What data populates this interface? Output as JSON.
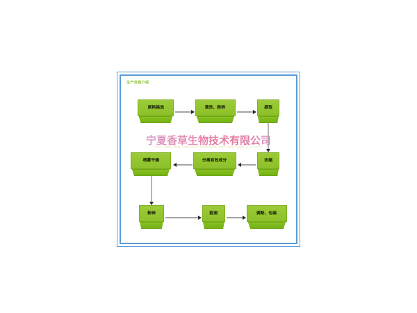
{
  "page": {
    "background_color": "#ffffff",
    "frame_border_color": "#5b9bd5"
  },
  "diagram": {
    "caption": "生产流程介绍",
    "watermark": "宁夏香草生物技术有限公司",
    "box_color": "#93c52f",
    "box_base_color": "#7cb51a",
    "arrow_color": "#2b2b2b",
    "nodes": [
      {
        "id": "raw-material-selection",
        "label": "原料挑选",
        "row": 1
      },
      {
        "id": "washing-crushing",
        "label": "清洗、粉碎",
        "row": 1
      },
      {
        "id": "extraction",
        "label": "提取",
        "row": 1
      },
      {
        "id": "spray-drying",
        "label": "喷雾干燥",
        "row": 2
      },
      {
        "id": "separate-actives",
        "label": "分离有效成分",
        "row": 2
      },
      {
        "id": "concentration",
        "label": "浓缩",
        "row": 2
      },
      {
        "id": "pulverizing",
        "label": "粉碎",
        "row": 3
      },
      {
        "id": "testing",
        "label": "检测",
        "row": 3
      },
      {
        "id": "blending-packaging",
        "label": "调配、包装",
        "row": 3
      }
    ],
    "connections": [
      {
        "from": "raw-material-selection",
        "to": "washing-crushing",
        "direction": "right"
      },
      {
        "from": "washing-crushing",
        "to": "extraction",
        "direction": "right"
      },
      {
        "from": "extraction",
        "to": "concentration",
        "direction": "down"
      },
      {
        "from": "concentration",
        "to": "separate-actives",
        "direction": "left"
      },
      {
        "from": "separate-actives",
        "to": "spray-drying",
        "direction": "left"
      },
      {
        "from": "spray-drying",
        "to": "pulverizing",
        "direction": "down"
      },
      {
        "from": "pulverizing",
        "to": "testing",
        "direction": "right"
      },
      {
        "from": "testing",
        "to": "blending-packaging",
        "direction": "right"
      }
    ]
  }
}
